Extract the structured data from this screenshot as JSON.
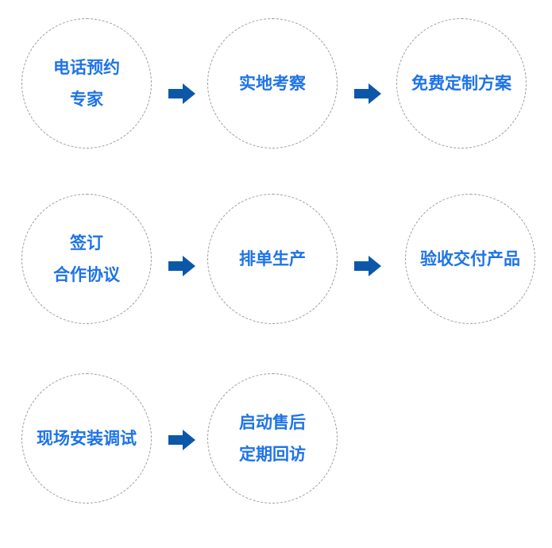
{
  "colors": {
    "text": "#1e73e8",
    "arrow": "#0d57a8",
    "circle_border": "#9a9a9a"
  },
  "steps": [
    {
      "lines": [
        "电话预约",
        "专家"
      ]
    },
    {
      "lines": [
        "实地考察"
      ]
    },
    {
      "lines": [
        "免费定制方案"
      ]
    },
    {
      "lines": [
        "签订",
        "合作协议"
      ]
    },
    {
      "lines": [
        "排单生产"
      ]
    },
    {
      "lines": [
        "验收交付产品"
      ]
    },
    {
      "lines": [
        "现场安装调试"
      ]
    },
    {
      "lines": [
        "启动售后",
        "定期回访"
      ]
    }
  ],
  "arrows": [
    {
      "icon": "right-arrow-icon"
    },
    {
      "icon": "right-arrow-icon"
    },
    {
      "icon": "right-arrow-icon"
    },
    {
      "icon": "right-arrow-icon"
    },
    {
      "icon": "right-arrow-icon"
    }
  ]
}
